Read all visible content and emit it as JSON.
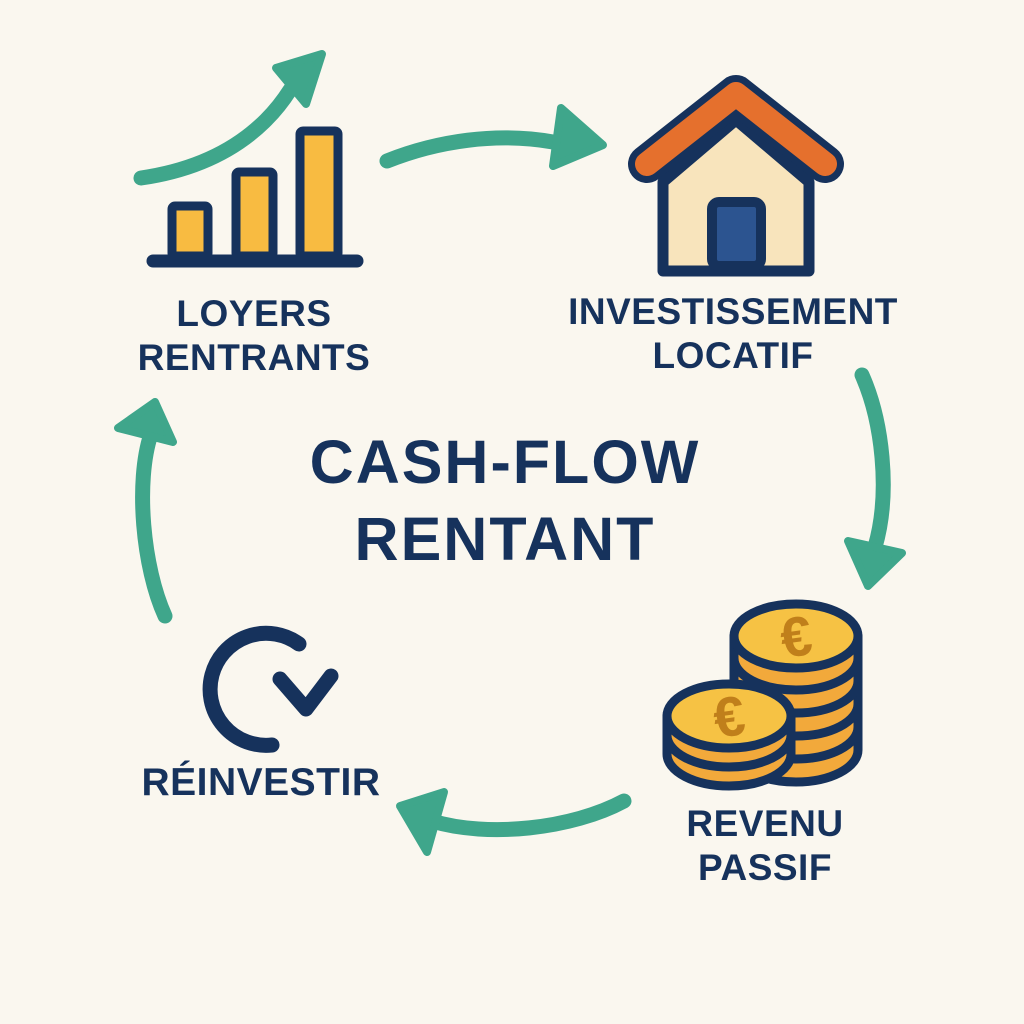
{
  "title": {
    "line1": "CASH-FLOW",
    "line2": "RENTANT"
  },
  "nodes": {
    "loyers": {
      "line1": "LOYERS",
      "line2": "RENTRANTS",
      "icon": "growth-bar-chart"
    },
    "investissement": {
      "line1": "INVESTISSEMENT",
      "line2": "LOCATIF",
      "icon": "house"
    },
    "revenu": {
      "line1": "REVENU",
      "line2": "PASSIF",
      "icon": "euro-coin-stacks"
    },
    "reinvestir": {
      "line1": "RÉINVESTIR",
      "icon": "circular-refresh-arrow"
    }
  },
  "coins": {
    "currency_symbol": "€"
  },
  "arrows": [
    {
      "from": "LOYERS RENTRANTS",
      "to": "INVESTISSEMENT LOCATIF"
    },
    {
      "from": "INVESTISSEMENT LOCATIF",
      "to": "REVENU PASSIF"
    },
    {
      "from": "REVENU PASSIF",
      "to": "RÉINVESTIR"
    },
    {
      "from": "RÉINVESTIR",
      "to": "LOYERS RENTRANTS"
    }
  ],
  "colors": {
    "background": "#FAF7EF",
    "navy": "#16325C",
    "green": "#3FA68B",
    "bar-yellow": "#F8BB41",
    "coin-gold": "#F6C244",
    "coin-edge": "#F2A93B",
    "euro-symbol": "#C07F1B",
    "roof-orange": "#E5702D",
    "house-cream": "#F8E4BC",
    "door-blue": "#2C5490"
  }
}
